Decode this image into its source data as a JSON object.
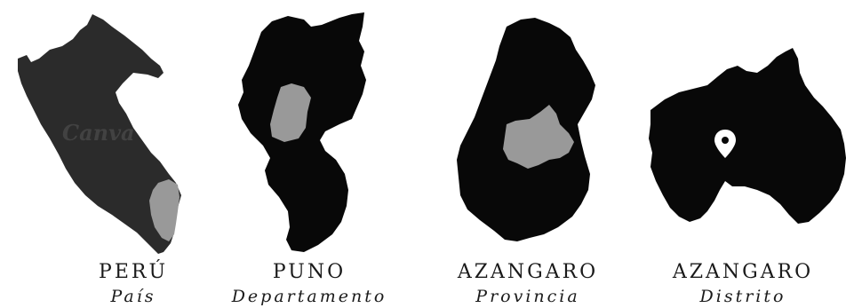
{
  "colors": {
    "region_dark_peru": "#2b2b2b",
    "region_dark": "#080808",
    "highlight": "#999999",
    "pin": "#ffffff",
    "label": "#1a1a1a"
  },
  "maps": [
    {
      "name": "PERÚ",
      "level": "País"
    },
    {
      "name": "PUNO",
      "level": "Departamento"
    },
    {
      "name": "AZANGARO",
      "level": "Provincia"
    },
    {
      "name": "AZANGARO",
      "level": "Distrito"
    }
  ],
  "watermark": "Canva",
  "marker": {
    "icon": "location-pin-icon"
  }
}
